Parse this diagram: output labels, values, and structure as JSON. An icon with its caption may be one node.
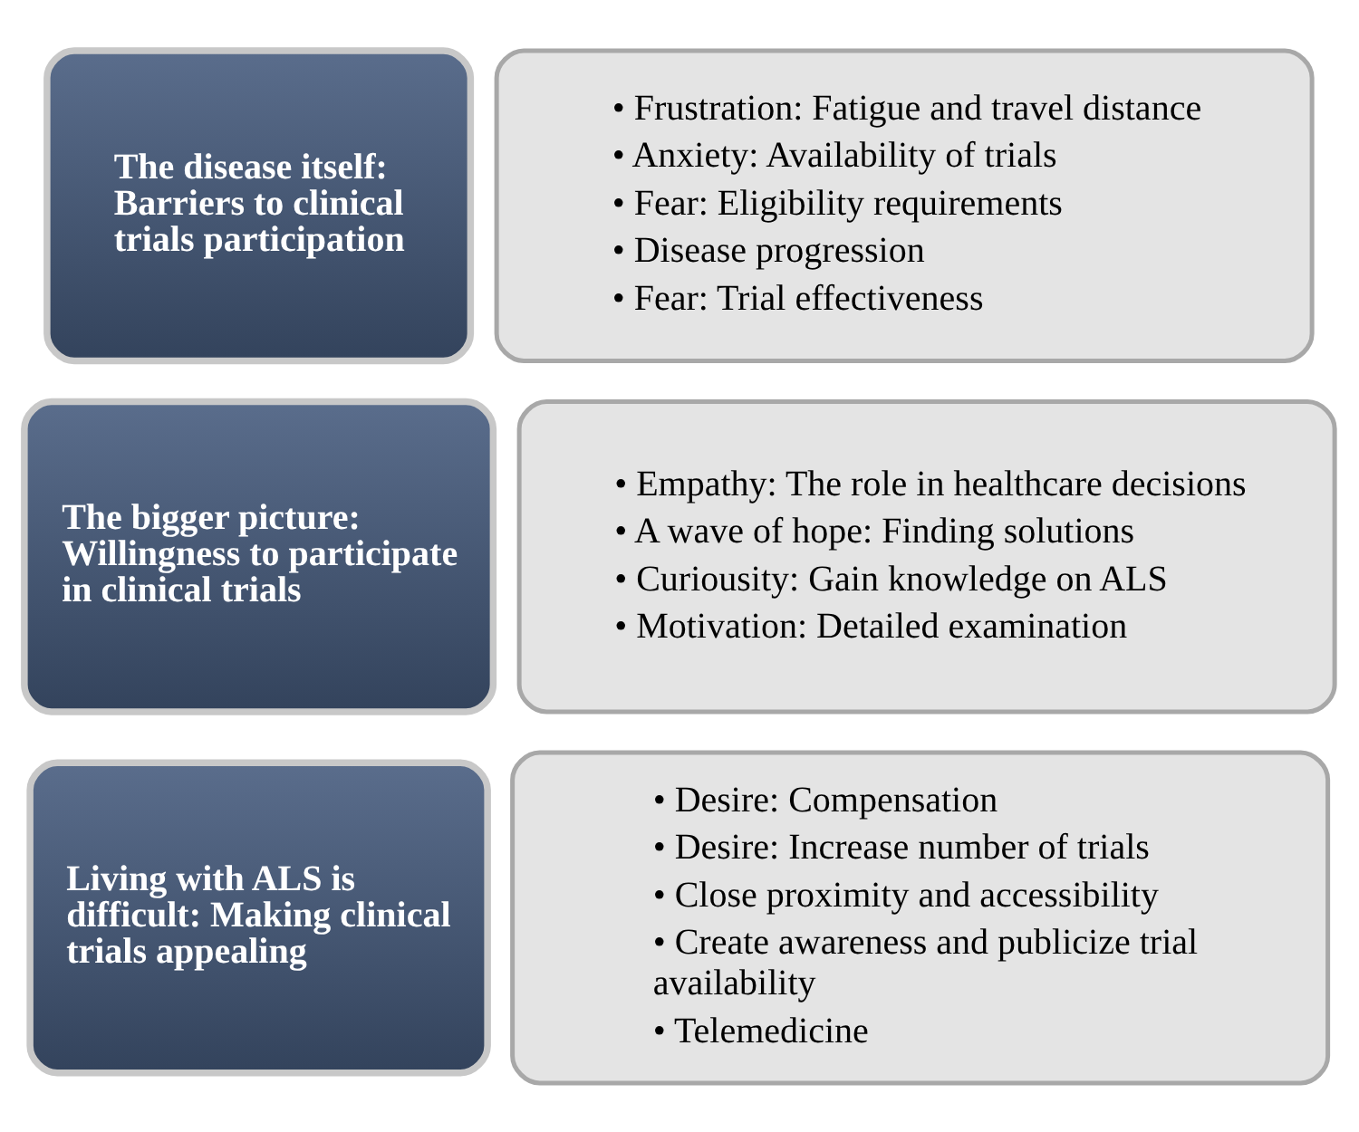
{
  "diagram": {
    "nodes": [
      {
        "text": [
          "The disease itself: Barriers to clinical trials participation"
        ]
      },
      {
        "text": [
          "• Frustration: Fatigue and travel distance",
          "• Anxiety: Availability of trials",
          "• Fear: Eligibility requirements",
          "• Disease progression",
          "• Fear: Trial effectiveness"
        ]
      },
      {
        "text": [
          "The bigger picture: Willingness to participate in clinical trials"
        ]
      },
      {
        "text": [
          "• Empathy: The role in healthcare decisions",
          "• A wave of hope: Finding solutions",
          "• Curiousity: Gain knowledge on ALS",
          "• Motivation: Detailed examination"
        ]
      },
      {
        "text": [
          "Living with ALS is difficult: Making clinical trials appealing"
        ]
      },
      {
        "text": [
          "• Desire: Compensation",
          "• Desire: Increase number of trials",
          "• Close proximity and accessibility",
          "• Create awareness and publicize trial availability",
          "• Telemedicine"
        ]
      }
    ],
    "edges": []
  }
}
